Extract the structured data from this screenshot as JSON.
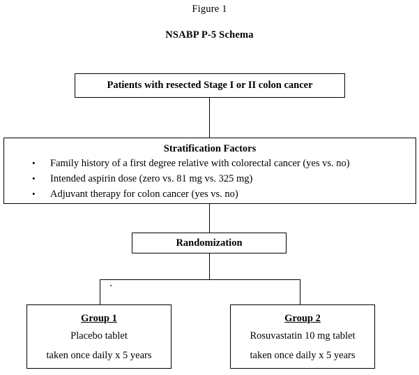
{
  "figure": {
    "label": "Figure 1",
    "title": "NSABP P-5 Schema"
  },
  "nodes": {
    "patients": {
      "text": "Patients with resected Stage I or II colon cancer"
    },
    "stratification": {
      "heading": "Stratification Factors",
      "bullet_glyph": "•",
      "items": [
        "Family history of a first degree relative with colorectal cancer (yes vs. no)",
        "Intended aspirin dose (zero vs. 81 mg vs. 325 mg)",
        "Adjuvant therapy for colon cancer (yes vs. no)"
      ]
    },
    "randomization": {
      "text": "Randomization"
    },
    "group1": {
      "title": "Group 1",
      "line1": "Placebo tablet",
      "line2": "taken once daily x 5 years"
    },
    "group2": {
      "title": "Group 2",
      "line1": "Rosuvastatin 10 mg tablet",
      "line2": "taken once daily x 5 years"
    }
  },
  "colors": {
    "ink": "#000000",
    "paper": "#ffffff"
  }
}
